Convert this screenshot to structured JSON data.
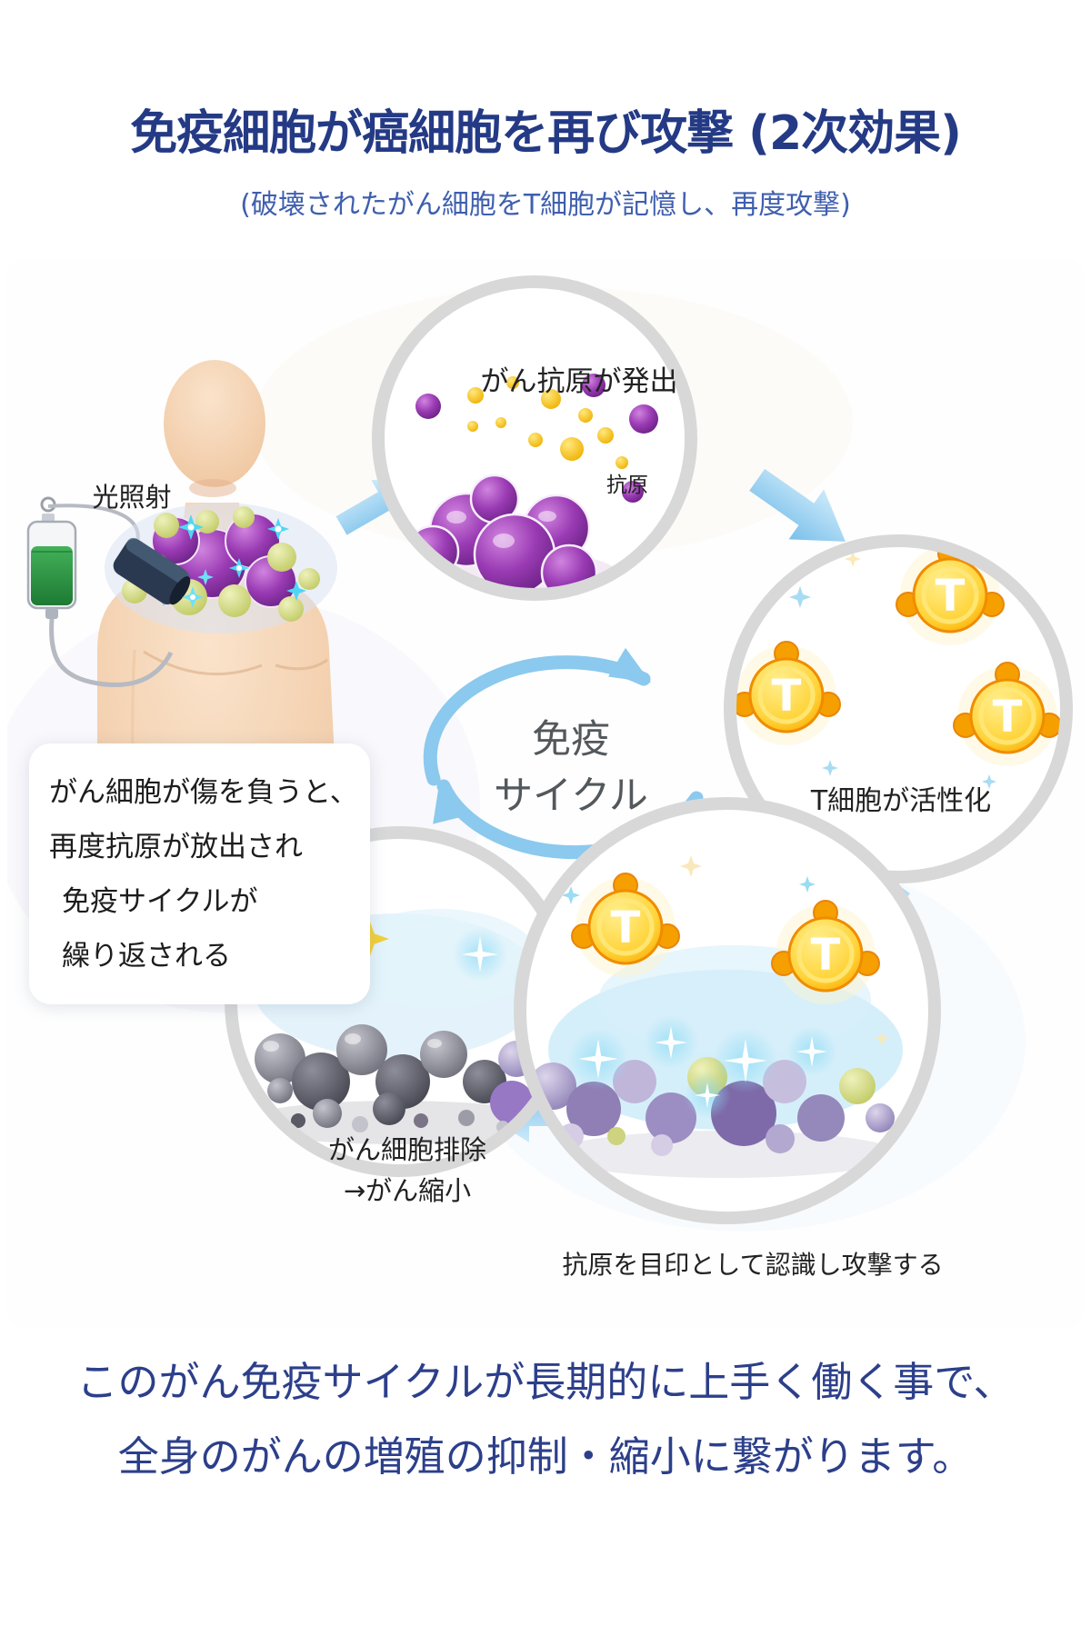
{
  "header": {
    "title": "免疫細胞が癌細胞を再び攻撃 (2次効果)",
    "subtitle": "(破壊されたがん細胞をT細胞が記憶し、再度攻撃)"
  },
  "diagram": {
    "light_label": "光照射",
    "tcell_letter": "T",
    "cycle_center": {
      "line1": "免疫",
      "line2": "サイクル"
    },
    "antigen_circle": {
      "title": "がん抗原が発出",
      "antigen_label": "抗原"
    },
    "tcell_circle": {
      "label": "T細胞が活性化"
    },
    "attack_circle": {
      "label": "抗原を目印として認識し攻撃する"
    },
    "elimination_circle": {
      "label_line1": "がん細胞排除",
      "label_line2": "→がん縮小"
    },
    "note_box": {
      "line1": "がん細胞が傷を負うと、",
      "line2": "再度抗原が放出され",
      "line3": "免疫サイクルが",
      "line4": "繰り返される"
    }
  },
  "footer": {
    "line1": "このがん免疫サイクルが長期的に上手く働く事で、",
    "line2": "全身のがんの増殖の抑制・縮小に繋がります。"
  },
  "colors": {
    "title_navy": "#243a85",
    "subtitle_blue": "#3f5fae",
    "footer_navy": "#2c3f8a",
    "ring_gray": "#d8d8d8",
    "arrow_blue": "#8ccaee",
    "tcell_yellow": "#ffd43b",
    "cancer_purple": "#8e2fa8",
    "antigen_yellow": "#f2b705",
    "iv_green": "#2f9e44",
    "skin": "#f6d7ba"
  }
}
